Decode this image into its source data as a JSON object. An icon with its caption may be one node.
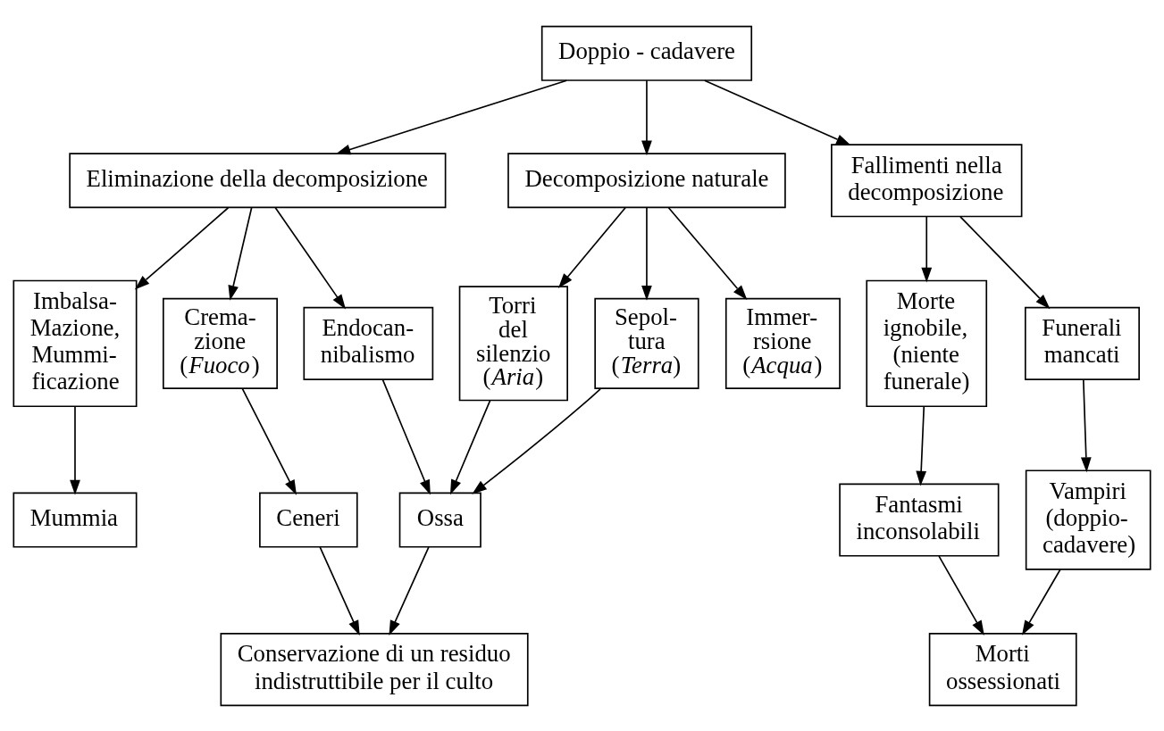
{
  "diagram": {
    "nodes": [
      {
        "text": [
          "Doppio - cadavere"
        ]
      },
      {
        "text": [
          "Eliminazione della decomposizione"
        ]
      },
      {
        "text": [
          "Decomposizione naturale"
        ]
      },
      {
        "text": [
          "Fallimenti nella decomposizione"
        ]
      },
      {
        "text": [
          "Imbalsa- Mazione, Mummi- ficazione"
        ]
      },
      {
        "text": [
          "Crema- zione (*Fuoco*)"
        ]
      },
      {
        "text": [
          "Endocan- nibalismo"
        ]
      },
      {
        "text": [
          "Torri del silenzio (*Aria*)"
        ]
      },
      {
        "text": [
          "Sepol- tura (*Terra*)"
        ]
      },
      {
        "text": [
          "Immer- rsione (*Acqua*)"
        ]
      },
      {
        "text": [
          "Morte ignobile, (niente funerale)"
        ]
      },
      {
        "text": [
          "Funerali mancati"
        ]
      },
      {
        "text": [
          "Mummia"
        ]
      },
      {
        "text": [
          "Ceneri"
        ]
      },
      {
        "text": [
          "Ossa"
        ]
      },
      {
        "text": [
          "Fantasmi inconsolabili"
        ]
      },
      {
        "text": [
          "Vampiri (doppio- cadavere)"
        ]
      },
      {
        "text": [
          "Conservazione di un residuo indistruttibile per il culto"
        ]
      },
      {
        "text": [
          "Morti ossessionati"
        ]
      }
    ],
    "edges": [
      {
        "from": 0,
        "to": 1,
        "arrow": "to"
      },
      {
        "from": 0,
        "to": 2,
        "arrow": "to"
      },
      {
        "from": 0,
        "to": 3,
        "arrow": "to"
      },
      {
        "from": 1,
        "to": 4,
        "arrow": "to"
      },
      {
        "from": 1,
        "to": 5,
        "arrow": "to"
      },
      {
        "from": 1,
        "to": 6,
        "arrow": "to"
      },
      {
        "from": 2,
        "to": 7,
        "arrow": "to"
      },
      {
        "from": 2,
        "to": 8,
        "arrow": "to"
      },
      {
        "from": 2,
        "to": 9,
        "arrow": "to"
      },
      {
        "from": 3,
        "to": 10,
        "arrow": "to"
      },
      {
        "from": 3,
        "to": 11,
        "arrow": "to"
      },
      {
        "from": 4,
        "to": 12,
        "arrow": "to"
      },
      {
        "from": 5,
        "to": 13,
        "arrow": "to"
      },
      {
        "from": 6,
        "to": 14,
        "arrow": "to"
      },
      {
        "from": 7,
        "to": 14,
        "arrow": "to"
      },
      {
        "from": 8,
        "to": 14,
        "arrow": "to"
      },
      {
        "from": 10,
        "to": 15,
        "arrow": "to"
      },
      {
        "from": 11,
        "to": 16,
        "arrow": "to"
      },
      {
        "from": 13,
        "to": 17,
        "arrow": "to"
      },
      {
        "from": 14,
        "to": 17,
        "arrow": "to"
      },
      {
        "from": 15,
        "to": 18,
        "arrow": "to"
      },
      {
        "from": 16,
        "to": 18,
        "arrow": "to"
      }
    ]
  }
}
